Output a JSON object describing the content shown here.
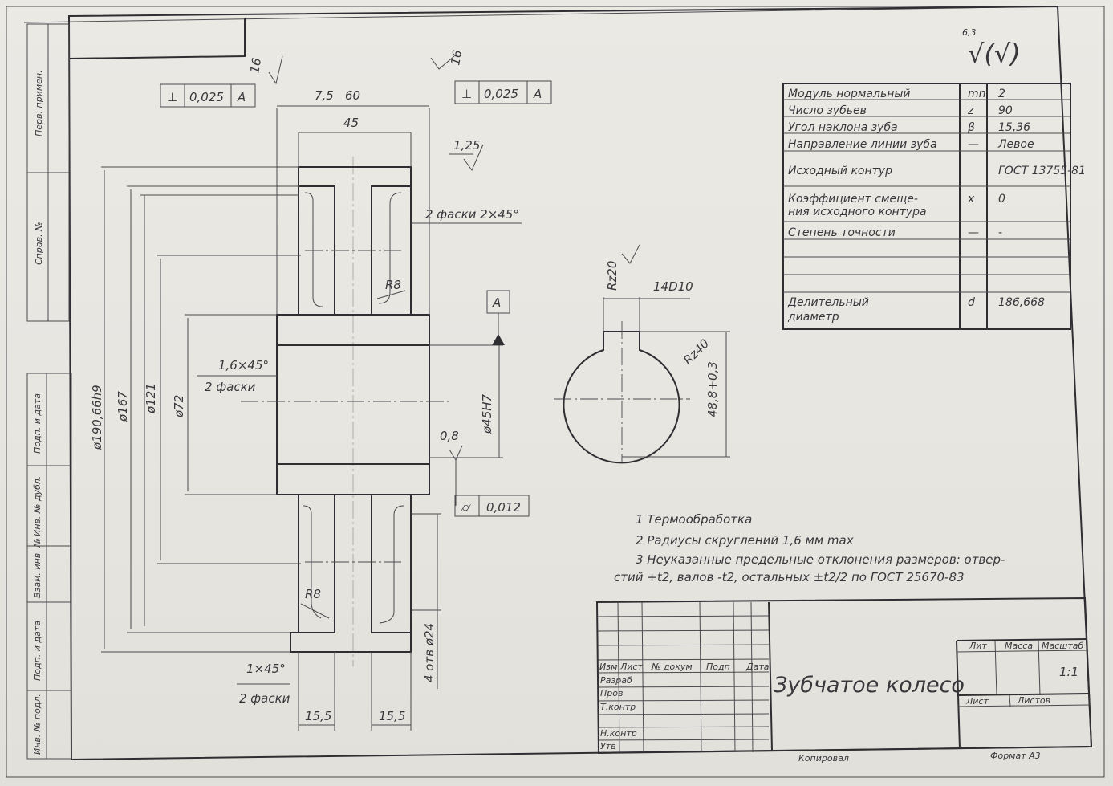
{
  "roughness": {
    "value": "6,3",
    "symbol": "√(√)"
  },
  "params": [
    {
      "name": "Модуль нормальный",
      "sym": "mn",
      "val": "2"
    },
    {
      "name": "Число зубьев",
      "sym": "z",
      "val": "90"
    },
    {
      "name": "Угол наклона зуба",
      "sym": "β",
      "val": "15,36"
    },
    {
      "name": "Направление линии зуба",
      "sym": "—",
      "val": "Левое"
    },
    {
      "name": "Исходный контур",
      "sym": "",
      "val": "ГОСТ 13755-81"
    },
    {
      "name": "Коэффициент смеще-",
      "sym": "x",
      "val": "0"
    },
    {
      "name": "ния исходного контура",
      "sym": "",
      "val": ""
    },
    {
      "name": "Степень точности",
      "sym": "—",
      "val": "-"
    },
    {
      "name": "Делительный",
      "sym": "d",
      "val": "186,668"
    },
    {
      "name": "диаметр",
      "sym": "",
      "val": ""
    }
  ],
  "dims": {
    "d1": "ø190,66h9",
    "d2": "ø167",
    "d3": "ø121",
    "d4": "ø72",
    "bore": "ø45H7",
    "w1": "7,5",
    "w2": "60",
    "w3": "45",
    "r1": "16",
    "r2": "16",
    "r3": "1,25",
    "ch1": "2 фаски 2×45°",
    "ch2a": "1,6×45°",
    "ch2b": "2 фаски",
    "ch3a": "1×45°",
    "ch3b": "2 фаски",
    "rr1": "R8",
    "rr2": "R8",
    "r4": "0,8",
    "holes": "4 отв ø24",
    "b1": "15,5",
    "b2": "15,5",
    "datum": "A",
    "tol1": "0,025",
    "tol1ref": "A",
    "tol2": "0,025",
    "tol2ref": "A",
    "tol3": "0,012",
    "rz1": "Rz20",
    "key": "14D10",
    "rz2": "Rz40",
    "keyh": "48,8+0,3"
  },
  "notes": [
    "1  Термообработка",
    "2  Радиусы скруглений 1,6 мм max",
    "3  Неуказанные предельные отклонения размеров: отвер-",
    "стий +t2, валов -t2, остальных ±t2/2 по ГОСТ 25670-83"
  ],
  "titleblock": {
    "title": "Зубчатое колесо",
    "cols": [
      "Изм",
      "Лист",
      "№ докум",
      "Подп",
      "Дата"
    ],
    "rows": [
      "Разраб",
      "Пров",
      "Т.контр",
      "Н.контр",
      "Утв"
    ],
    "lit": "Лит",
    "mass": "Масса",
    "scale": "Масштаб",
    "scale_val": "1:1",
    "sheet": "Лист",
    "sheets": "Листов",
    "copied": "Копировал",
    "format": "Формат А3"
  },
  "side": [
    "Перв. примен.",
    "Справ. №",
    "Подп. и дата",
    "Инв. № дубл.",
    "Взам. инв. №",
    "Подп. и дата",
    "Инв. № подл."
  ]
}
